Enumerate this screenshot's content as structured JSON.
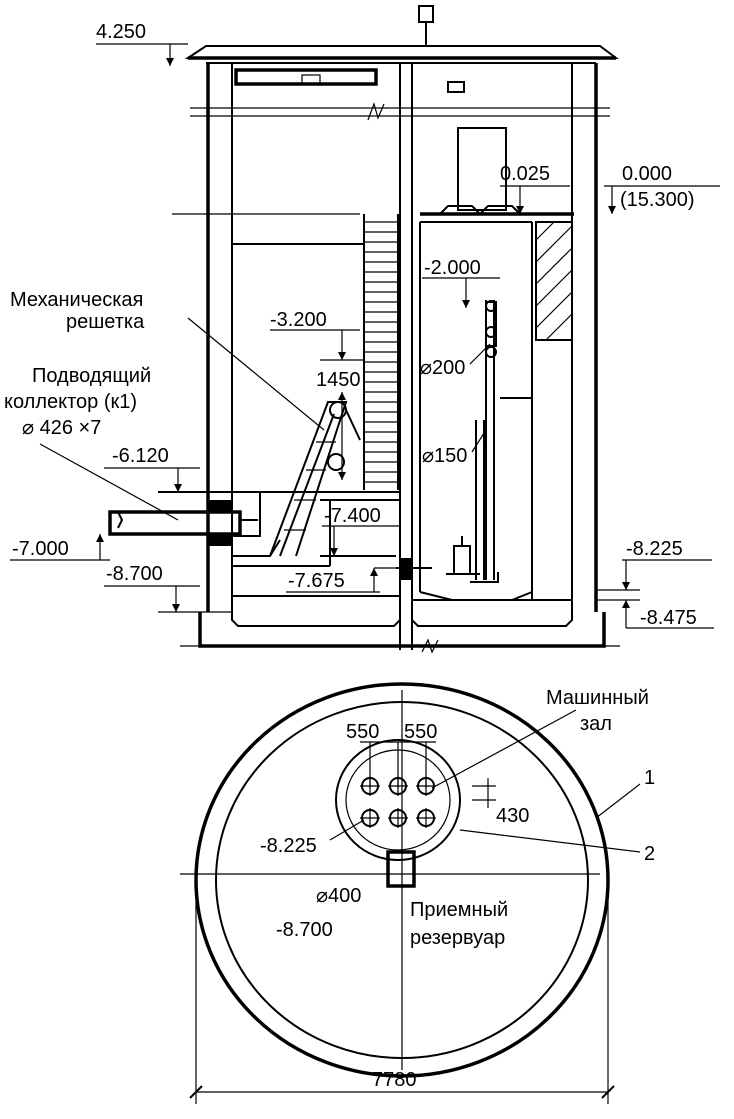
{
  "section_view": {
    "elevations": {
      "roof_top": "4.250",
      "ground": "0.000",
      "ground_abs": "(15.300)",
      "machine_floor_top": "0.025",
      "pipe_level": "-2.000",
      "upper_platform": "-3.200",
      "collector_top": "-6.120",
      "collector_axis": "-7.000",
      "screen_platform": "-7.400",
      "reservoir_floor": "-7.675",
      "reservoir_bottom": "-8.700",
      "machine_floor": "-8.225",
      "machine_bottom": "-8.475"
    },
    "labels": {
      "screen_line1": "Механическая",
      "screen_line2": "решетка",
      "collector_line1": "Подводящий",
      "collector_line2": "коллектор (к1)",
      "collector_size": "⌀ 426 ×7",
      "dim_1450": "1450",
      "pipe_d200": "⌀200",
      "pipe_d150": "⌀150"
    }
  },
  "plan_view": {
    "labels": {
      "machine_hall_line1": "Машинный",
      "machine_hall_line2": "зал",
      "receiving_line1": "Приемный",
      "receiving_line2": "резервуар",
      "pipe_d400": "⌀400",
      "level_machine": "-8.225",
      "level_reservoir": "-8.700",
      "dim_550_a": "550",
      "dim_550_b": "550",
      "dim_430": "430",
      "dim_diameter": "7780",
      "callout_1": "1",
      "callout_2": "2"
    }
  }
}
